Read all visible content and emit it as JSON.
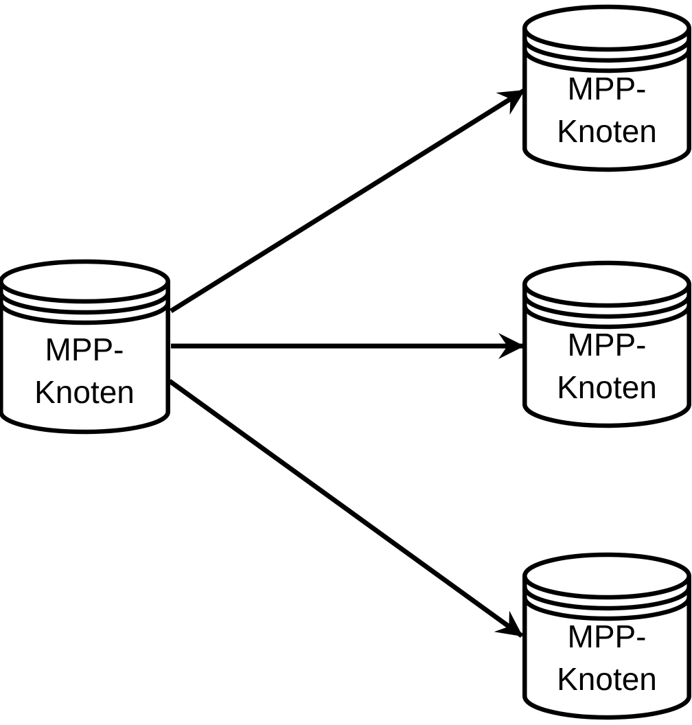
{
  "diagram": {
    "background_color": "#ffffff",
    "stroke_color": "#000000",
    "nodes": [
      {
        "id": "source",
        "shape": "database-cylinder",
        "label_line1": "MPP-",
        "label_line2": "Knoten"
      },
      {
        "id": "target-top",
        "shape": "database-cylinder",
        "label_line1": "MPP-",
        "label_line2": "Knoten"
      },
      {
        "id": "target-middle",
        "shape": "database-cylinder",
        "label_line1": "MPP-",
        "label_line2": "Knoten"
      },
      {
        "id": "target-bottom",
        "shape": "database-cylinder",
        "label_line1": "MPP-",
        "label_line2": "Knoten"
      }
    ],
    "edges": [
      {
        "from": "source",
        "to": "target-top",
        "style": "solid",
        "arrowhead": "filled-barb"
      },
      {
        "from": "source",
        "to": "target-middle",
        "style": "solid",
        "arrowhead": "filled-barb"
      },
      {
        "from": "source",
        "to": "target-bottom",
        "style": "solid",
        "arrowhead": "filled-barb"
      }
    ]
  }
}
